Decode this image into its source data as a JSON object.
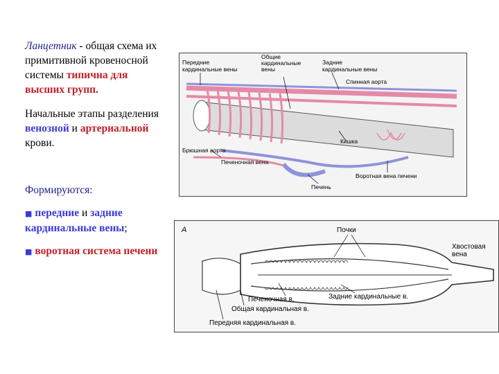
{
  "text": {
    "p1_title": "Ланцетник",
    "p1_rest": " - общая схема их примитивной кровеносной системы ",
    "p1_red": "типична для высших групп.",
    "p2_a": "Начальные этапы разделения ",
    "p2_venous": "венозной",
    "p2_b": " и ",
    "p2_arterial": "артериальной",
    "p2_c": " крови.",
    "p3_heading": "Формируются:",
    "b1_a": "передние",
    "b1_b": " и ",
    "b1_c": "задние кардинальные вены",
    "b1_d": ";",
    "b2": "воротная система печени"
  },
  "figure_top": {
    "labels": {
      "front_card": "Передние\nкардинальные вены",
      "common_card": "Общие\nкардинальные\nвены",
      "rear_card": "Задние\nкардинальные вены",
      "dorsal_aorta": "Спинная аорта",
      "intestine": "Кишка",
      "ventral_aorta": "Брюшная аорта",
      "hepatic_vein": "Печеночная вена",
      "portal_vein": "Воротная вена печени",
      "liver": "Печень"
    }
  },
  "figure_bottom": {
    "labels": {
      "letter": "А",
      "kidneys": "Почки",
      "tail_vein": "Хвостовая\nвена",
      "hepatic_v": "Печеночная в.",
      "rear_card_v": "Задние кардинальные в.",
      "common_card_v": "Общая кардинальная в.",
      "front_card_v": "Передняя кардинальная в."
    }
  },
  "colors": {
    "artery": "#e58aa6",
    "vein": "#8f93d8",
    "accent_red": "#c0202a",
    "accent_blue": "#3a3adb"
  }
}
